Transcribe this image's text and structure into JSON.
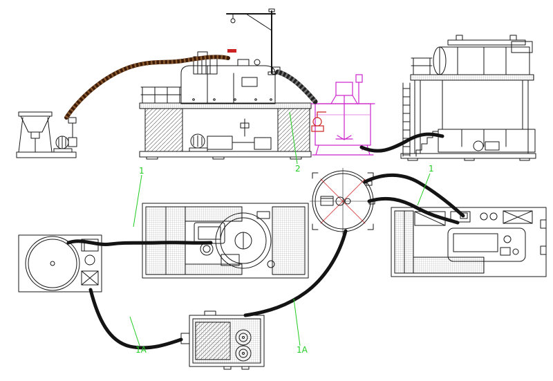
{
  "diagram": {
    "type": "equipment-layout-drawing",
    "background": "#ffffff",
    "colors": {
      "background": "#ffffff",
      "line_black": "#151515",
      "callout_green": "#1fcc1f",
      "tank_magenta": "#cc22cc",
      "valve_red": "#cc2222",
      "hose_brown_dark": "#3f1c08",
      "hose_brown_light": "#8a5a30",
      "hose_black": "#141414"
    },
    "callouts": [
      {
        "label": "1"
      },
      {
        "label": "2"
      },
      {
        "label": "1"
      },
      {
        "label": "1A"
      },
      {
        "label": "1A"
      }
    ]
  }
}
